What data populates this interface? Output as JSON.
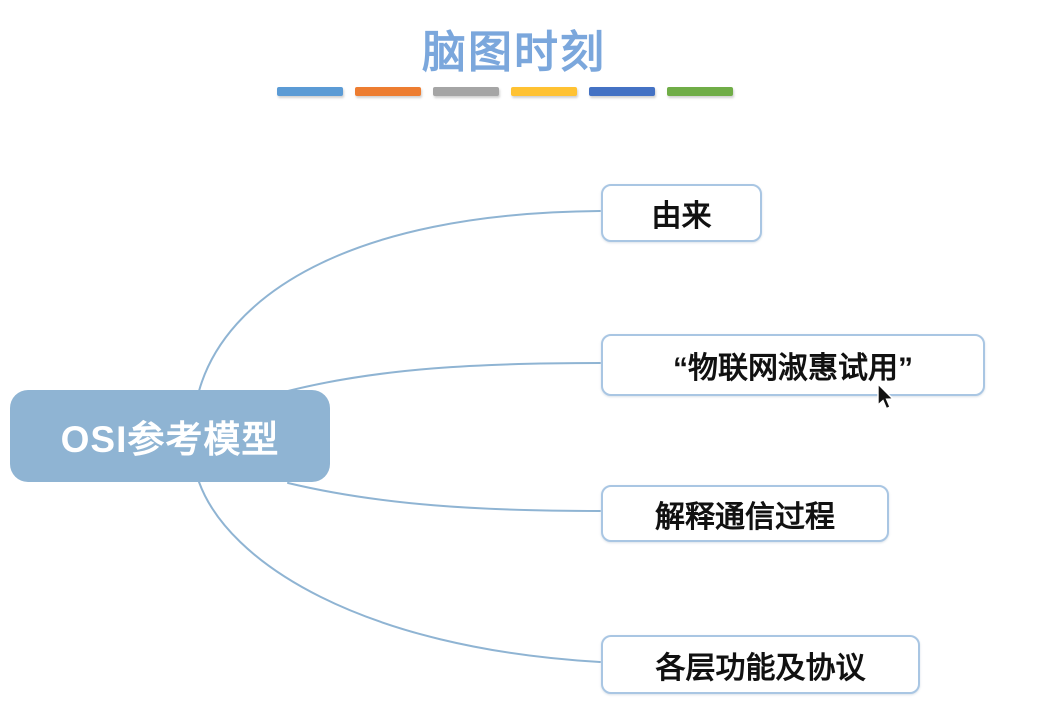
{
  "slide": {
    "title": "脑图时刻",
    "title_color": "#7BA7DC"
  },
  "divider": {
    "colors": [
      "#5B9BD5",
      "#ED7D31",
      "#A5A5A5",
      "#FFC233",
      "#4472C4",
      "#70AD47"
    ]
  },
  "mindmap": {
    "root": {
      "label": "OSI参考模型",
      "fill_color": "#8FB4D3",
      "text_color": "#FFFFFF"
    },
    "branches": [
      {
        "label": "由来"
      },
      {
        "label": "“物联网淑惠试用”"
      },
      {
        "label": "解释通信过程"
      },
      {
        "label": "各层功能及协议"
      }
    ],
    "connector_color": "#8FB4D3",
    "branch_border_color": "#A9C6E3"
  },
  "cursor": {
    "type": "arrow-pointer"
  }
}
